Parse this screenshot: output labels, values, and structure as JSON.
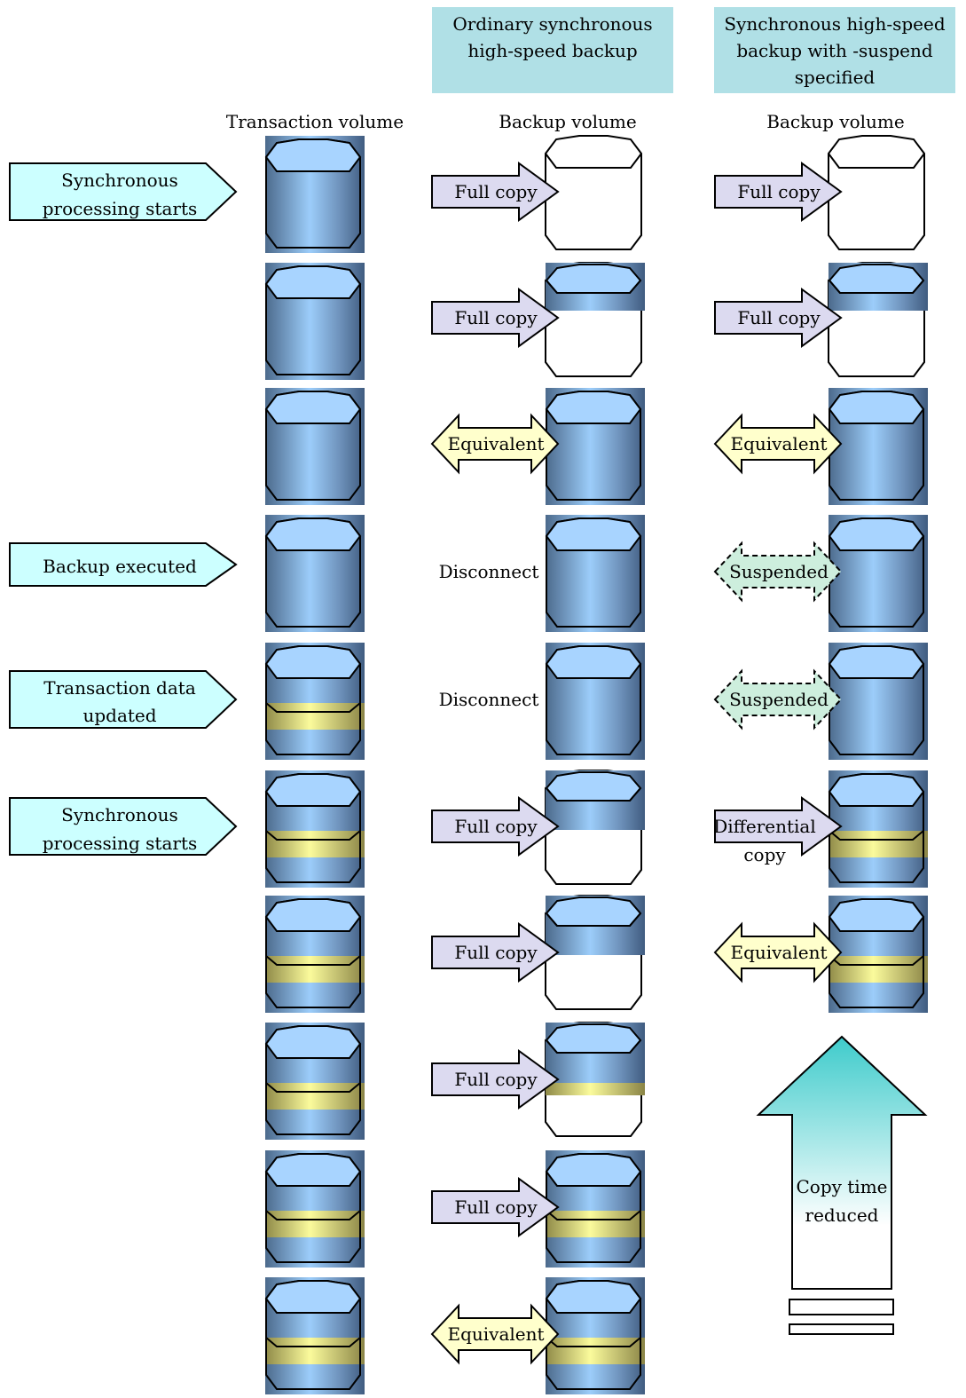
{
  "headers": {
    "ordinary": [
      "Ordinary synchronous",
      "high-speed backup"
    ],
    "suspend": [
      "Synchronous high-speed",
      "backup with -suspend",
      "specified"
    ]
  },
  "column_labels": {
    "transaction": "Transaction volume",
    "backup_ordinary": "Backup volume",
    "backup_suspend": "Backup volume"
  },
  "events": [
    {
      "lines": [
        "Synchronous",
        "processing starts"
      ]
    },
    {
      "lines": [
        "Backup executed"
      ]
    },
    {
      "lines": [
        "Transaction data",
        "updated"
      ]
    },
    {
      "lines": [
        "Synchronous",
        "processing starts"
      ]
    }
  ],
  "labels": {
    "full_copy": "Full copy",
    "equivalent": "Equivalent",
    "disconnect": "Disconnect",
    "suspended": "Suspended",
    "differential": [
      "Differential",
      "copy"
    ],
    "copy_time_reduced": [
      "Copy time",
      "reduced"
    ]
  },
  "colors": {
    "header_bg": "#b0e0e6",
    "event_bg": "#ccffff",
    "fullcopy_arrow": "#dcdaf0",
    "equivalent_arrow": "#ffffcc",
    "suspended_arrow": "#cdeedd",
    "volume_blue": "#9ccdfa",
    "volume_dark": "#4c6a8c",
    "data_band": "#eded9a",
    "time_arrow_top": "#40cccc"
  }
}
